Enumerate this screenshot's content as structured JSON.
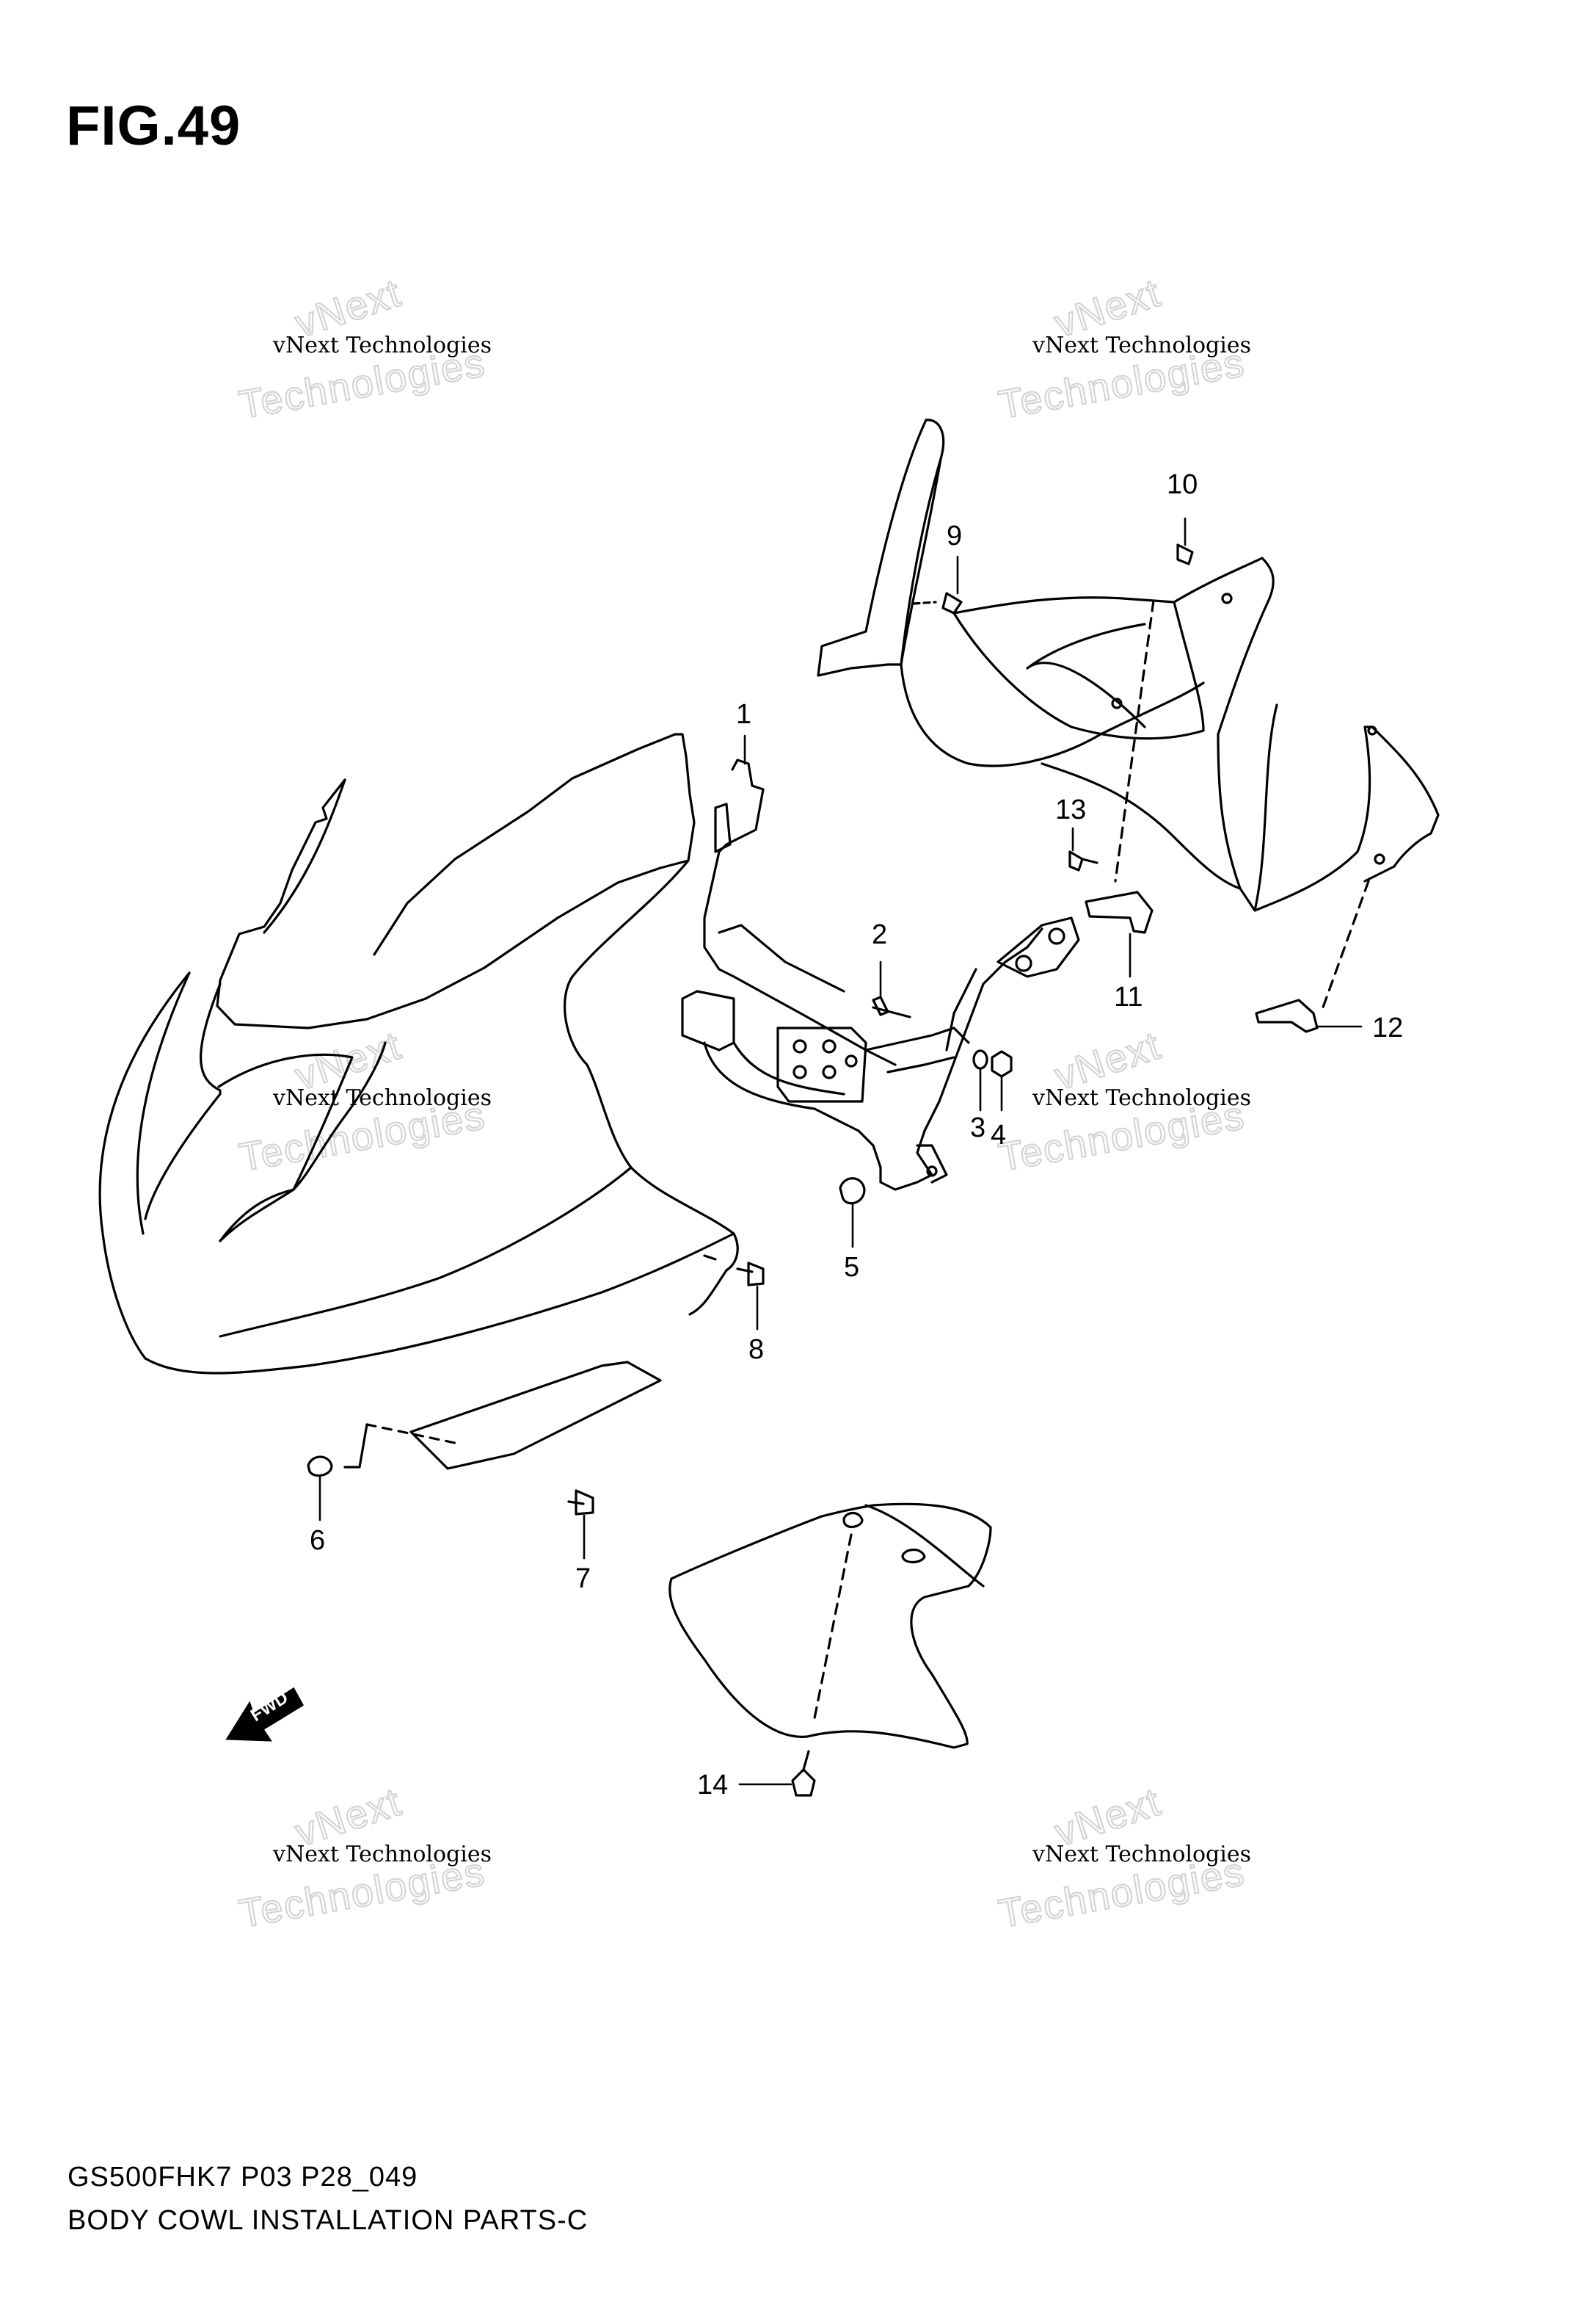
{
  "figure": {
    "title": "FIG.49",
    "model_code": "GS500FHK7 P03 P28_049",
    "description": "BODY COWL INSTALLATION PARTS-C"
  },
  "watermark": {
    "line1": "vNext Technologies",
    "line2": "vNext",
    "line3": "Technologies"
  },
  "direction_marker": "FWD",
  "callouts": [
    "1",
    "2",
    "3",
    "4",
    "5",
    "6",
    "7",
    "8",
    "9",
    "10",
    "11",
    "12",
    "13",
    "14"
  ]
}
